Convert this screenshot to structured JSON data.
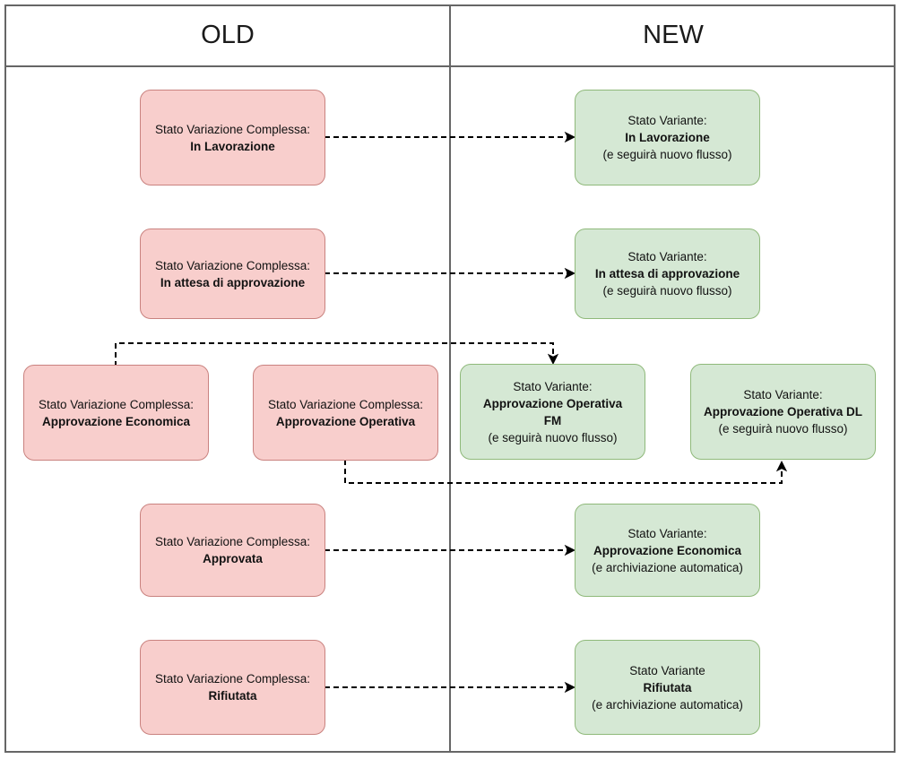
{
  "diagram": {
    "title_old": "OLD",
    "title_new": "NEW",
    "colors": {
      "old_fill": "#f8cecc",
      "old_stroke": "#b85450",
      "new_fill": "#d5e8d4",
      "new_stroke": "#82b366",
      "frame_stroke": "#666666",
      "connector_stroke": "#000000",
      "text": "#121212"
    },
    "old_nodes": [
      {
        "id": "old-in-lavorazione",
        "line1": "Stato Variazione Complessa:",
        "line2": "In Lavorazione",
        "line3": ""
      },
      {
        "id": "old-in-attesa-di-approvazione",
        "line1": "Stato Variazione Complessa:",
        "line2": "In attesa di approvazione",
        "line3": ""
      },
      {
        "id": "old-approvazione-economica",
        "line1": "Stato Variazione Complessa:",
        "line2": "Approvazione Economica",
        "line3": ""
      },
      {
        "id": "old-approvazione-operativa",
        "line1": "Stato Variazione Complessa:",
        "line2": "Approvazione Operativa",
        "line3": ""
      },
      {
        "id": "old-approvata",
        "line1": "Stato Variazione Complessa:",
        "line2": "Approvata",
        "line3": ""
      },
      {
        "id": "old-rifiutata",
        "line1": "Stato Variazione Complessa:",
        "line2": "Rifiutata",
        "line3": ""
      }
    ],
    "new_nodes": [
      {
        "id": "new-in-lavorazione",
        "line1": "Stato Variante:",
        "line2": "In Lavorazione",
        "line3": "(e seguirà nuovo flusso)"
      },
      {
        "id": "new-in-attesa-di-approvazione",
        "line1": "Stato Variante:",
        "line2": "In attesa di approvazione",
        "line3": "(e seguirà nuovo flusso)"
      },
      {
        "id": "new-approvazione-operativa-fm",
        "line1": "Stato Variante:",
        "line2": "Approvazione Operativa FM",
        "line3": "(e seguirà nuovo flusso)"
      },
      {
        "id": "new-approvazione-operativa-dl",
        "line1": "Stato Variante:",
        "line2": "Approvazione Operativa DL",
        "line3": "(e seguirà nuovo flusso)"
      },
      {
        "id": "new-approvazione-economica",
        "line1": "Stato Variante:",
        "line2": "Approvazione Economica",
        "line3": "(e archiviazione automatica)"
      },
      {
        "id": "new-rifiutata",
        "line1": "Stato Variante",
        "line2": "Rifiutata",
        "line3": "(e archiviazione automatica)"
      }
    ],
    "connectors": [
      {
        "id": "conn-in-lavorazione",
        "from": "old-in-lavorazione",
        "to": "new-in-lavorazione"
      },
      {
        "id": "conn-in-attesa",
        "from": "old-in-attesa-di-approvazione",
        "to": "new-in-attesa-di-approvazione"
      },
      {
        "id": "conn-economica-to-fm",
        "from": "old-approvazione-economica",
        "to": "new-approvazione-operativa-fm"
      },
      {
        "id": "conn-operativa-to-dl",
        "from": "old-approvazione-operativa",
        "to": "new-approvazione-operativa-dl"
      },
      {
        "id": "conn-approvata",
        "from": "old-approvata",
        "to": "new-approvazione-economica"
      },
      {
        "id": "conn-rifiutata",
        "from": "old-rifiutata",
        "to": "new-rifiutata"
      }
    ]
  }
}
